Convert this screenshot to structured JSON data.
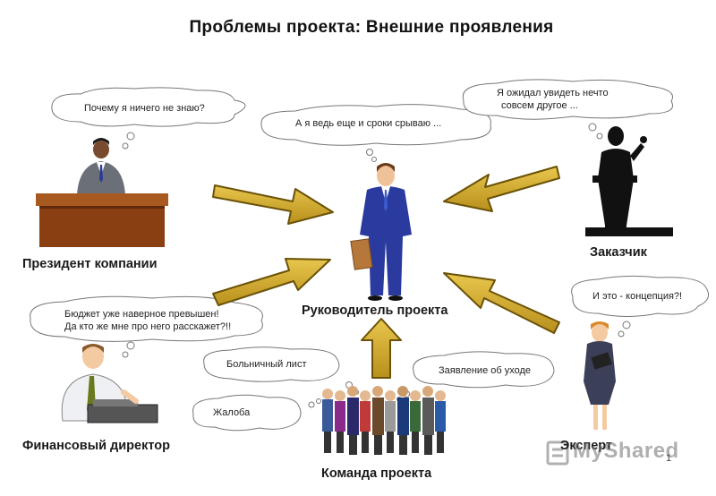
{
  "title": "Проблемы проекта: Внешние проявления",
  "roles": {
    "president": "Президент компании",
    "manager": "Руководитель проекта",
    "customer": "Заказчик",
    "finance": "Финансовый директор",
    "team": "Команда проекта",
    "expert": "Эксперт"
  },
  "bubbles": {
    "president": "Почему я ничего не знаю?",
    "manager": "А я ведь еще и сроки срываю ...",
    "customer_1": "Я ожидал увидеть нечто",
    "customer_2": "совсем другое ...",
    "expert": "И это - концепция?!",
    "finance_1": "Бюджет уже наверное превышен!",
    "finance_2": "Да кто же мне про него расскажет?!!",
    "team_sick": "Больничный лист",
    "team_resign": "Заявление об уходе",
    "team_complaint": "Жалоба"
  },
  "page_number": "1",
  "watermark": "MyShared",
  "colors": {
    "arrow_fill": "#c9a227",
    "arrow_stroke": "#6b5208",
    "suit_blue": "#2b3a9e",
    "desk_brown": "#9a4a1c"
  },
  "icons": [
    "thought-cloud-icon",
    "block-arrow-icon",
    "person-icon",
    "presentation-icon"
  ]
}
